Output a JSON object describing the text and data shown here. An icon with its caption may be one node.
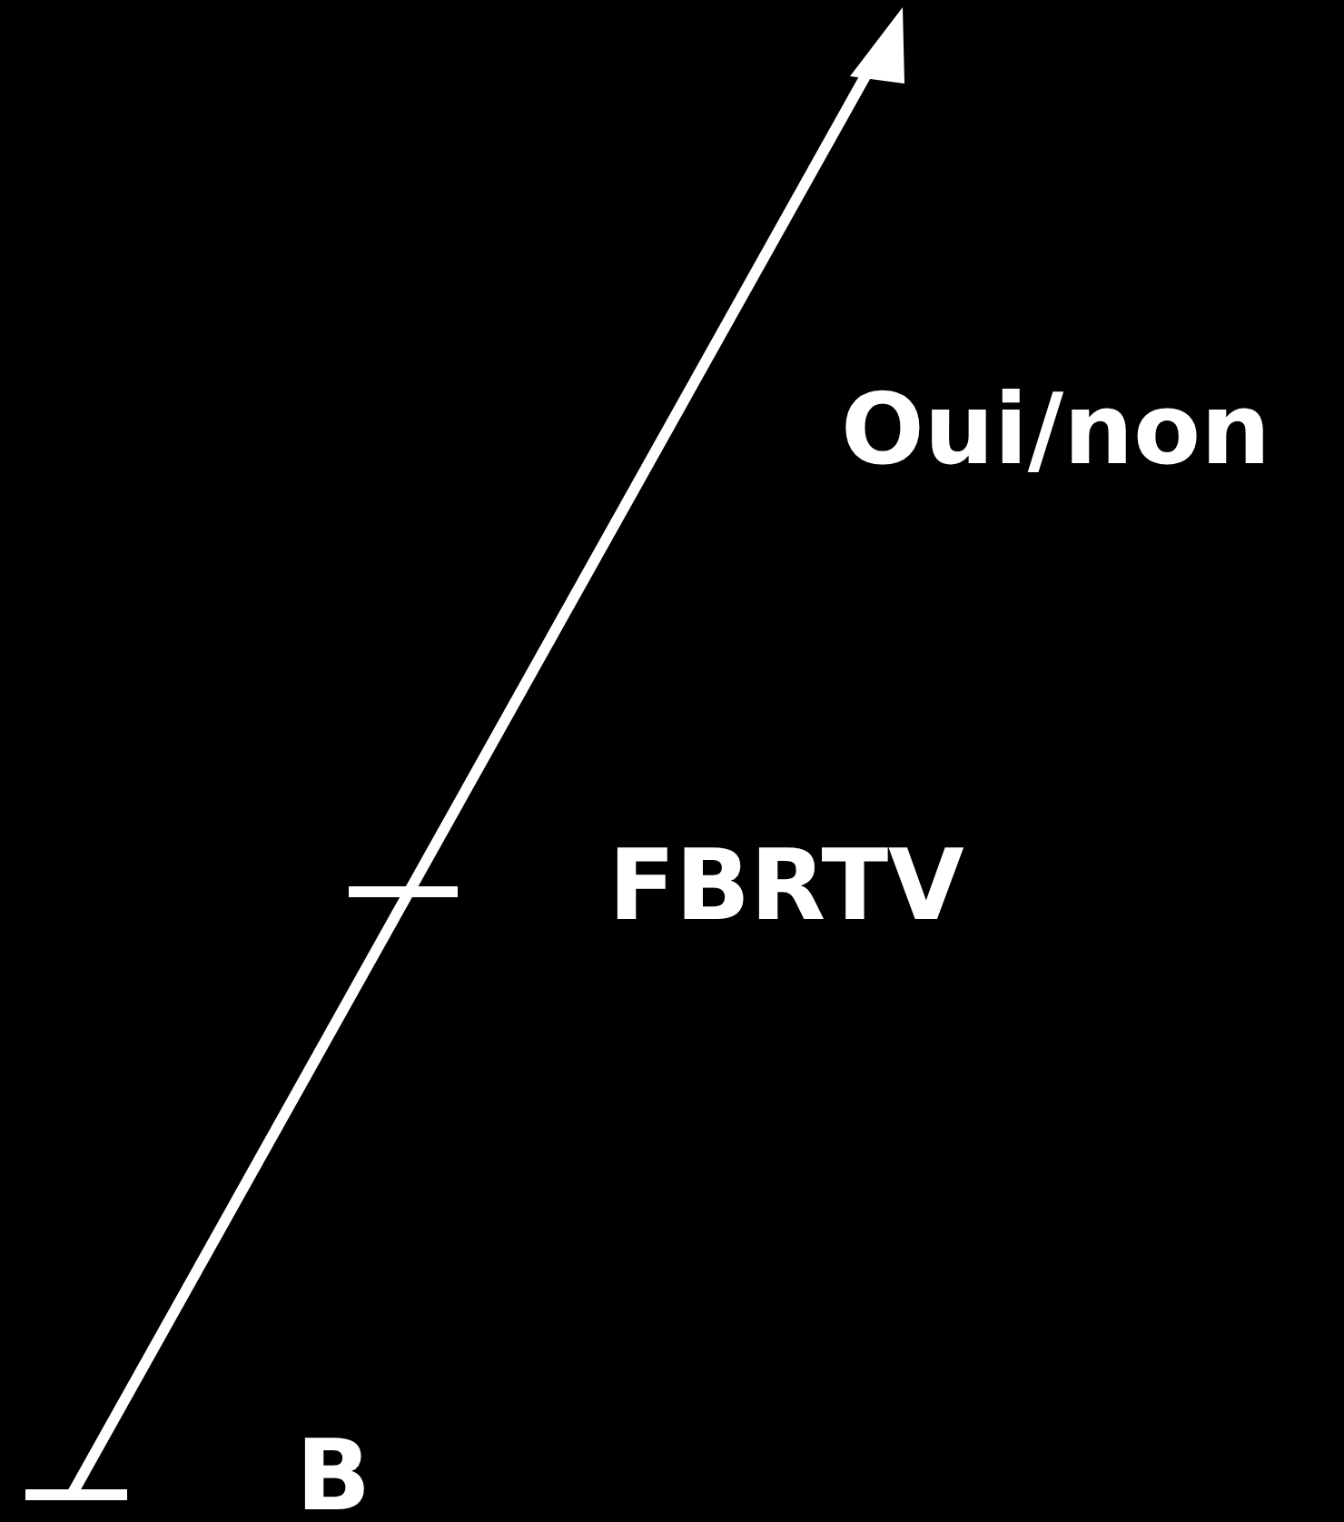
{
  "diagram": {
    "labels": [
      "Oui/non",
      "FBRTV",
      "B"
    ]
  }
}
